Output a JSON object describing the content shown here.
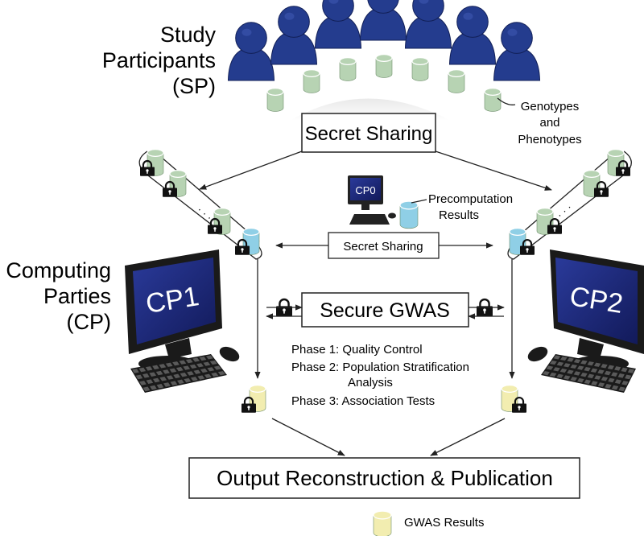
{
  "participants": {
    "label_lines": [
      "Study",
      "Participants",
      "(SP)"
    ],
    "data_label_lines": [
      "Genotypes",
      "and",
      "Phenotypes"
    ]
  },
  "boxes": {
    "secret_sharing_top": "Secret Sharing",
    "secret_sharing_mid": "Secret Sharing",
    "secure_gwas": "Secure GWAS",
    "output": "Output Reconstruction & Publication"
  },
  "cp0": {
    "screen_label": "CP0",
    "results_label_lines": [
      "Precomputation",
      "Results"
    ]
  },
  "computing_parties": {
    "label_lines": [
      "Computing",
      "Parties",
      "(CP)"
    ],
    "cp1_label": "CP1",
    "cp2_label": "CP2"
  },
  "phases": [
    "Phase 1: Quality Control",
    "Phase 2: Population Stratification",
    "Analysis",
    "Phase 3: Association Tests"
  ],
  "legend": {
    "gwas_results_label": "GWAS Results"
  },
  "colors": {
    "person": "#243c8e",
    "person_dark": "#122058",
    "db_green": "#b7d3b3",
    "db_blue": "#8fcfe6",
    "db_yellow": "#f2edb0",
    "screen": "#1e2a7a"
  },
  "ellipsis": "· · ·"
}
